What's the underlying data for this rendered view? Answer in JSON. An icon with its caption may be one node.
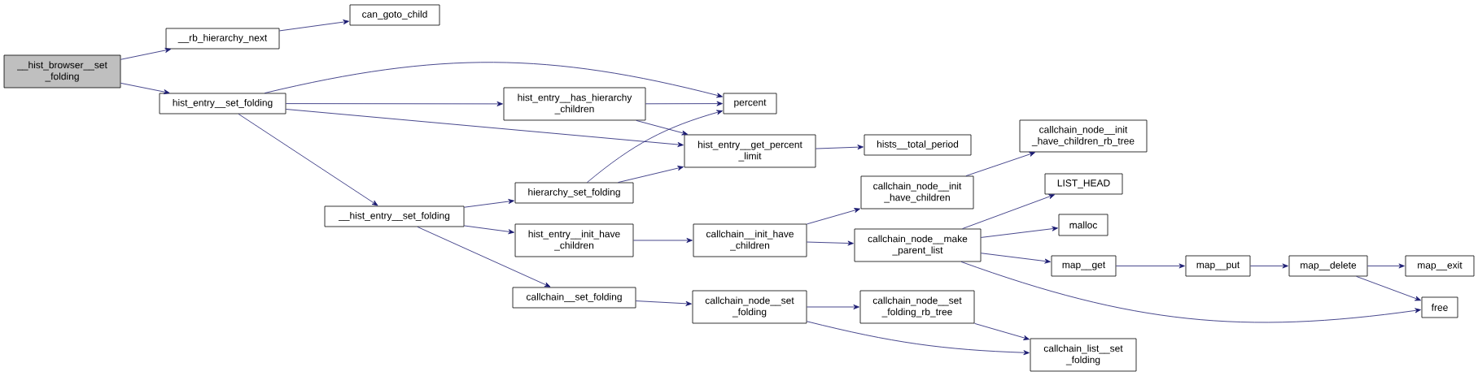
{
  "diagram": {
    "nodes": [
      {
        "text": [
          "__hist_browser__set _folding"
        ]
      },
      {
        "text": [
          "__rb_hierarchy_next"
        ]
      },
      {
        "text": [
          "can_goto_child"
        ]
      },
      {
        "text": [
          "hist_entry__set_folding"
        ]
      },
      {
        "text": [
          "hist_entry__has_hierarchy _children"
        ]
      },
      {
        "text": [
          "percent"
        ]
      },
      {
        "text": [
          "hist_entry__get_percent _limit"
        ]
      },
      {
        "text": [
          "hists__total_period"
        ]
      },
      {
        "text": [
          "__hist_entry__set_folding"
        ]
      },
      {
        "text": [
          "hierarchy_set_folding"
        ]
      },
      {
        "text": [
          "hist_entry__init_have _children"
        ]
      },
      {
        "text": [
          "callchain__init_have _children"
        ]
      },
      {
        "text": [
          "callchain_node__init _have_children"
        ]
      },
      {
        "text": [
          "callchain_node__init _have_children_rb_tree"
        ]
      },
      {
        "text": [
          "callchain_node__make _parent_list"
        ]
      },
      {
        "text": [
          "LIST_HEAD"
        ]
      },
      {
        "text": [
          "malloc"
        ]
      },
      {
        "text": [
          "map__get"
        ]
      },
      {
        "text": [
          "map__put"
        ]
      },
      {
        "text": [
          "map__delete"
        ]
      },
      {
        "text": [
          "map__exit"
        ]
      },
      {
        "text": [
          "free"
        ]
      },
      {
        "text": [
          "callchain_node__set _folding"
        ]
      },
      {
        "text": [
          "callchain__set_folding"
        ]
      },
      {
        "text": [
          "callchain_node__set _folding_rb_tree"
        ]
      },
      {
        "text": [
          "callchain_list__set _folding"
        ]
      }
    ],
    "edges": [
      {
        "from": 0,
        "to": 1,
        "arrow": "to"
      },
      {
        "from": 0,
        "to": 3,
        "arrow": "to"
      },
      {
        "from": 1,
        "to": 2,
        "arrow": "to"
      },
      {
        "from": 3,
        "to": 5,
        "arrow": "to"
      },
      {
        "from": 3,
        "to": 4,
        "arrow": "to"
      },
      {
        "from": 3,
        "to": 6,
        "arrow": "to"
      },
      {
        "from": 3,
        "to": 8,
        "arrow": "to"
      },
      {
        "from": 4,
        "to": 5,
        "arrow": "to"
      },
      {
        "from": 4,
        "to": 6,
        "arrow": "to"
      },
      {
        "from": 6,
        "to": 7,
        "arrow": "to"
      },
      {
        "from": 8,
        "to": 9,
        "arrow": "to"
      },
      {
        "from": 8,
        "to": 10,
        "arrow": "to"
      },
      {
        "from": 8,
        "to": 23,
        "arrow": "to"
      },
      {
        "from": 9,
        "to": 5,
        "arrow": "to"
      },
      {
        "from": 9,
        "to": 6,
        "arrow": "to"
      },
      {
        "from": 10,
        "to": 11,
        "arrow": "to"
      },
      {
        "from": 11,
        "to": 12,
        "arrow": "to"
      },
      {
        "from": 11,
        "to": 14,
        "arrow": "to"
      },
      {
        "from": 12,
        "to": 13,
        "arrow": "to"
      },
      {
        "from": 14,
        "to": 15,
        "arrow": "to"
      },
      {
        "from": 14,
        "to": 16,
        "arrow": "to"
      },
      {
        "from": 14,
        "to": 17,
        "arrow": "to"
      },
      {
        "from": 14,
        "to": 21,
        "arrow": "to"
      },
      {
        "from": 17,
        "to": 18,
        "arrow": "to"
      },
      {
        "from": 18,
        "to": 19,
        "arrow": "to"
      },
      {
        "from": 19,
        "to": 20,
        "arrow": "to"
      },
      {
        "from": 19,
        "to": 21,
        "arrow": "to"
      },
      {
        "from": 23,
        "to": 22,
        "arrow": "to"
      },
      {
        "from": 22,
        "to": 24,
        "arrow": "to"
      },
      {
        "from": 22,
        "to": 25,
        "arrow": "to"
      },
      {
        "from": 24,
        "to": 25,
        "arrow": "to"
      }
    ]
  }
}
